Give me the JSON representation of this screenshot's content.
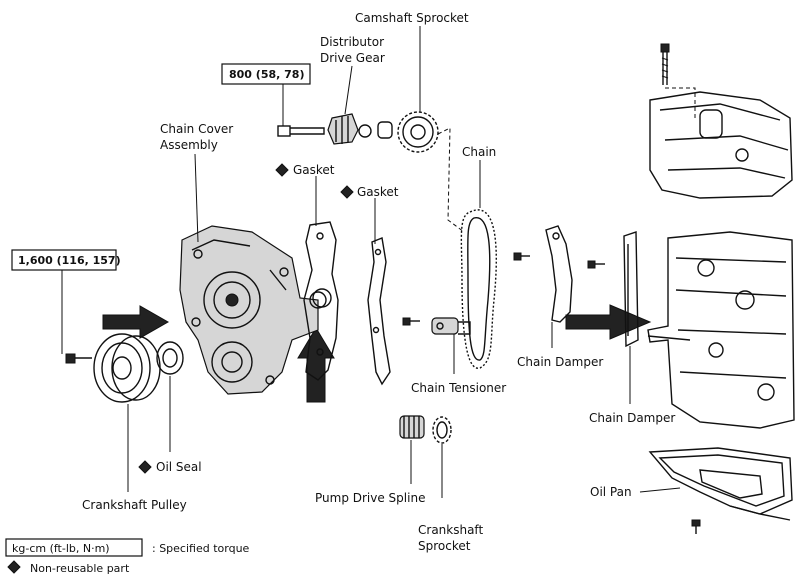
{
  "labels": {
    "camshaft_sprocket": "Camshaft Sprocket",
    "distributor_drive_gear_1": "Distributor",
    "distributor_drive_gear_2": "Drive Gear",
    "chain_cover_assembly_1": "Chain Cover",
    "chain_cover_assembly_2": "Assembly",
    "gasket_1": "Gasket",
    "gasket_2": "Gasket",
    "chain": "Chain",
    "chain_tensioner": "Chain Tensioner",
    "chain_damper_1": "Chain Damper",
    "chain_damper_2": "Chain Damper",
    "oil_seal": "Oil Seal",
    "crankshaft_pulley": "Crankshaft Pulley",
    "pump_drive_spline": "Pump Drive Spline",
    "crankshaft_sprocket_1": "Crankshaft",
    "crankshaft_sprocket_2": "Sprocket",
    "oil_pan": "Oil Pan"
  },
  "torques": {
    "bolt_upper": "800 (58, 78)",
    "bolt_pulley": "1,600 (116, 157)"
  },
  "legend": {
    "unit_box": "kg-cm (ft-lb, N·m)",
    "unit_desc": ": Specified torque",
    "nonreusable": "Non-reusable part"
  }
}
